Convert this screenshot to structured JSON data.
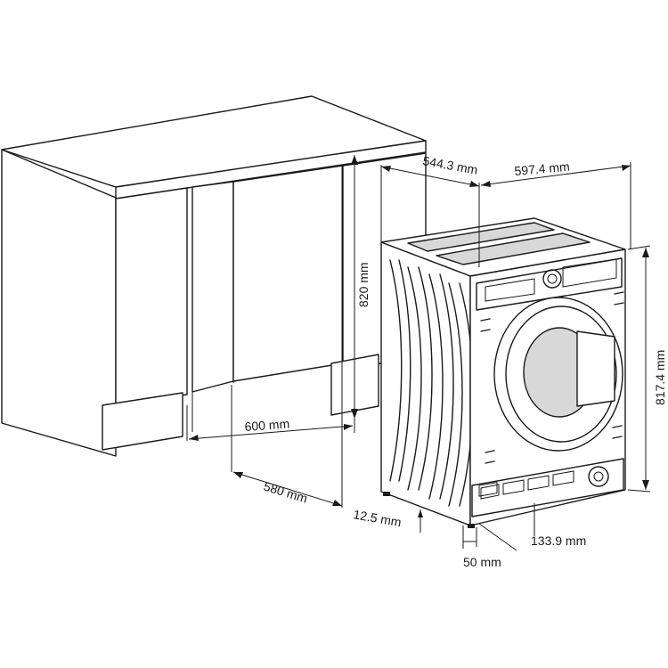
{
  "dimensions": {
    "cabinet_width": "600 mm",
    "cabinet_depth": "580 mm",
    "cabinet_height": "820 mm",
    "machine_depth": "544.3 mm",
    "machine_width": "597.4 mm",
    "machine_height": "817.4 mm",
    "foot_offset": "12.5 mm",
    "foot_width": "50 mm",
    "foot_spacing": "133.9 mm"
  }
}
